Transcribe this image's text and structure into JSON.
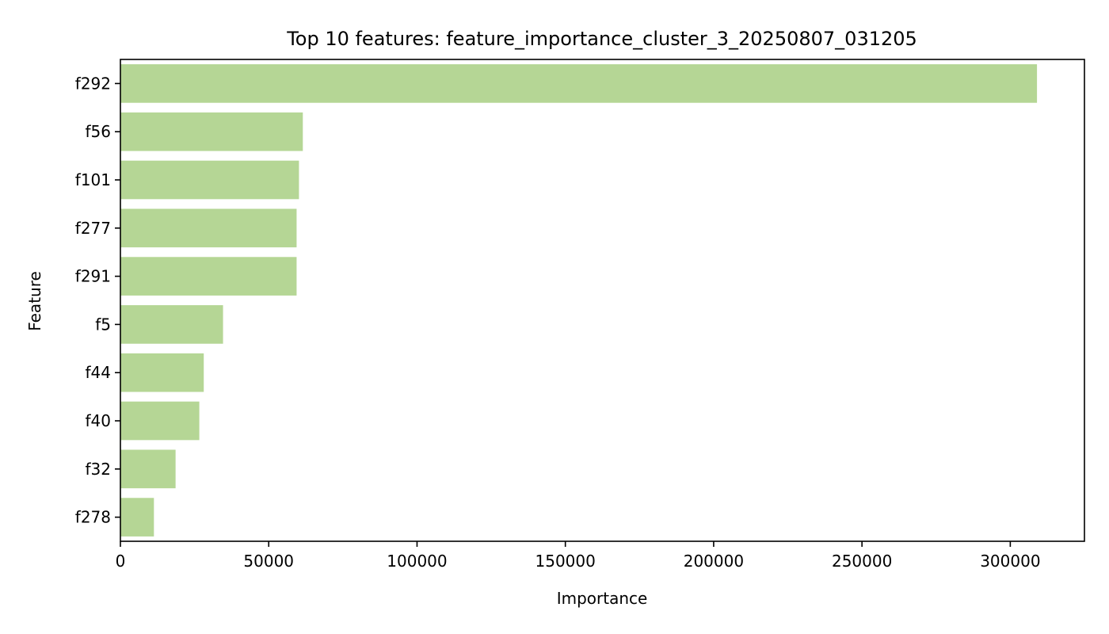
{
  "chart_data": {
    "type": "bar",
    "orientation": "horizontal",
    "title": "Top 10 features: feature_importance_cluster_3_20250807_031205",
    "xlabel": "Importance",
    "ylabel": "Feature",
    "categories": [
      "f292",
      "f56",
      "f101",
      "f277",
      "f291",
      "f5",
      "f44",
      "f40",
      "f32",
      "f278"
    ],
    "values": [
      309000,
      61500,
      60200,
      59400,
      59400,
      34600,
      28100,
      26600,
      18600,
      11300
    ],
    "xlim": [
      0,
      325000
    ],
    "xticks": [
      0,
      50000,
      100000,
      150000,
      200000,
      250000,
      300000
    ],
    "xtick_labels": [
      "0",
      "50000",
      "100000",
      "150000",
      "200000",
      "250000",
      "300000"
    ],
    "grid": false,
    "legend": "none",
    "bar_color": "#b5d695"
  }
}
